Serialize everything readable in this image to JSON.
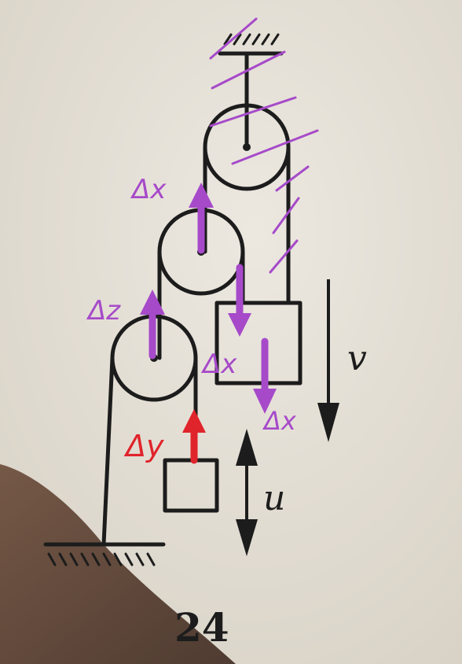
{
  "figure_number": "24",
  "printed_labels": {
    "v": "v",
    "u": "u"
  },
  "annotations": {
    "dx_top": "Δx",
    "dz": "Δz",
    "dx_mid": "Δx",
    "dx_bottom": "Δx",
    "dy": "Δy"
  },
  "colors": {
    "ink": "#1c1c1c",
    "annotation_purple": "#a64ac9",
    "annotation_red": "#e0242b",
    "paper": "#e6e1d8",
    "shadow": "#5a3d2e"
  }
}
